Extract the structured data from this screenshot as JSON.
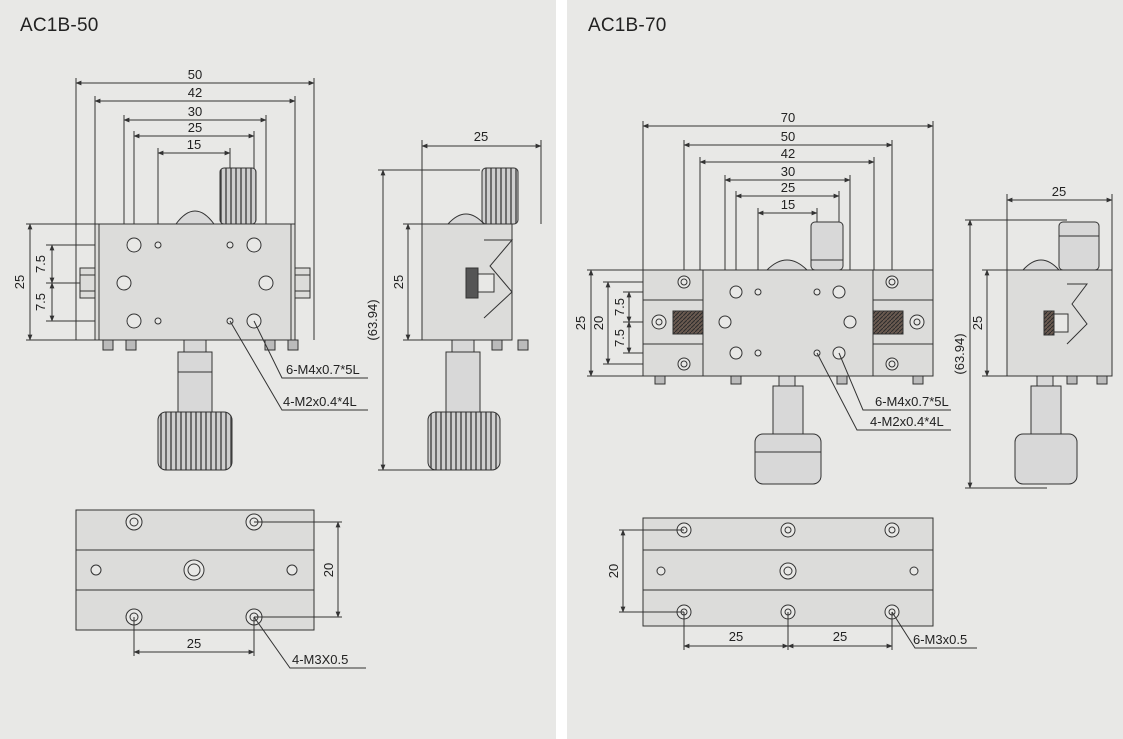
{
  "colors": {
    "panel_bg": "#e8e8e6",
    "body_fill": "#dcdcda",
    "line": "#333333",
    "knurl": "#555555"
  },
  "ac1b50": {
    "title": "AC1B-50",
    "top_dims": [
      "50",
      "42",
      "30",
      "25",
      "15"
    ],
    "side_dims": {
      "total": "25",
      "upper": "7.5",
      "lower": "7.5"
    },
    "side_view": {
      "width": "25",
      "body_height": "25",
      "total_height": "(63.94)"
    },
    "callouts": {
      "holes_m4": "6-M4x0.7*5L",
      "holes_m2": "4-M2x0.4*4L",
      "holes_m3": "4-M3X0.5"
    },
    "bottom_view": {
      "height": "20",
      "pitch": "25"
    }
  },
  "ac1b70": {
    "title": "AC1B-70",
    "top_dims": [
      "70",
      "50",
      "42",
      "30",
      "25",
      "15"
    ],
    "side_dims": {
      "total": "25",
      "inner": "20",
      "upper": "7.5",
      "lower": "7.5"
    },
    "side_view": {
      "width": "25",
      "body_height": "25",
      "total_height": "(63.94)"
    },
    "callouts": {
      "holes_m4": "6-M4x0.7*5L",
      "holes_m2": "4-M2x0.4*4L",
      "holes_m3": "6-M3x0.5"
    },
    "bottom_view": {
      "height": "20",
      "pitch_left": "25",
      "pitch_right": "25"
    }
  }
}
